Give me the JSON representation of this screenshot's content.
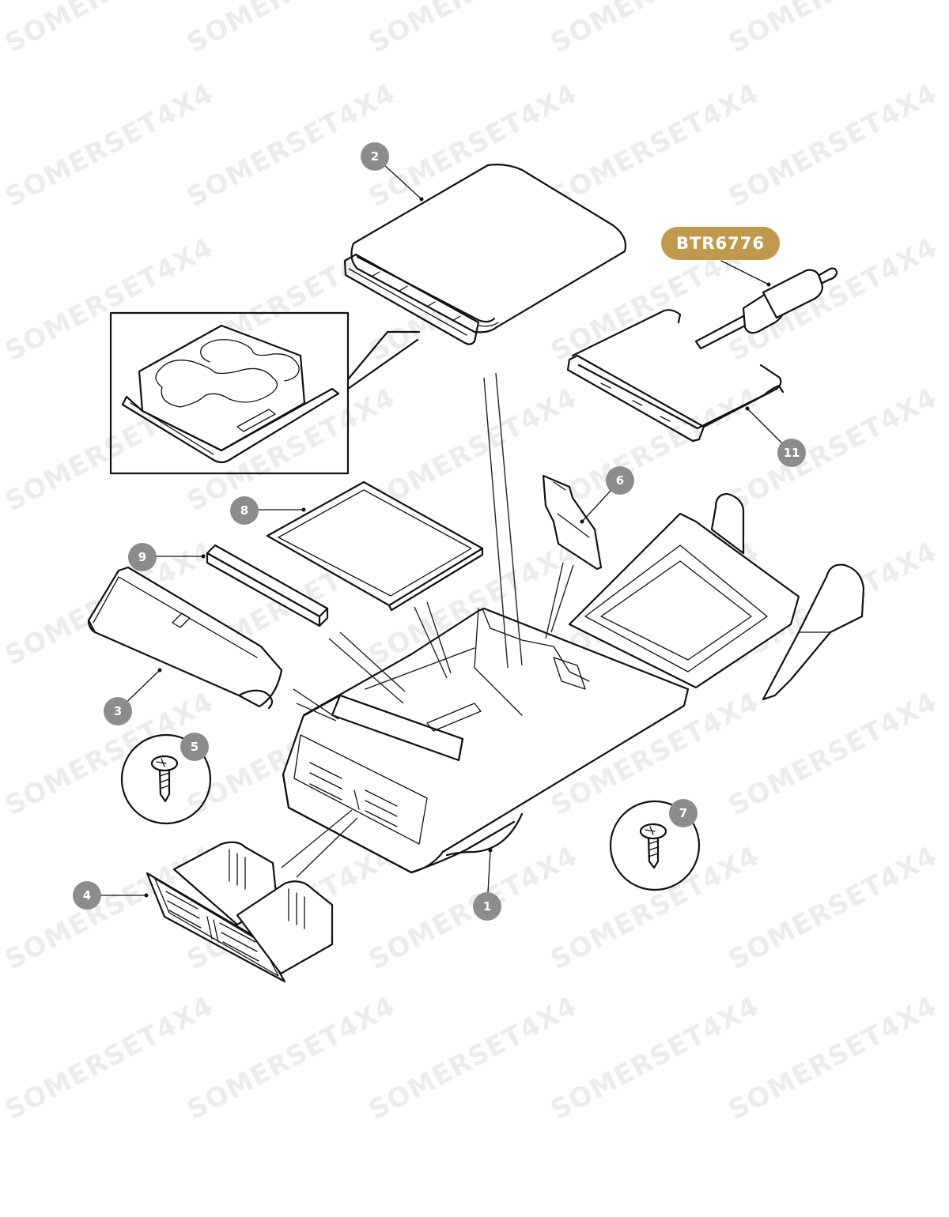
{
  "watermark": {
    "text": "SOMERSET4X4"
  },
  "highlight": {
    "part_number": "BTR6776",
    "color": "#c09a4c"
  },
  "callouts": {
    "c1": "1",
    "c2": "2",
    "c3": "3",
    "c4": "4",
    "c5": "5",
    "c6": "6",
    "c7": "7",
    "c8": "8",
    "c9": "9",
    "c11": "11"
  },
  "colors": {
    "callout_fill": "#8c8c8c",
    "line": "#111111",
    "watermark": "#ececec"
  }
}
